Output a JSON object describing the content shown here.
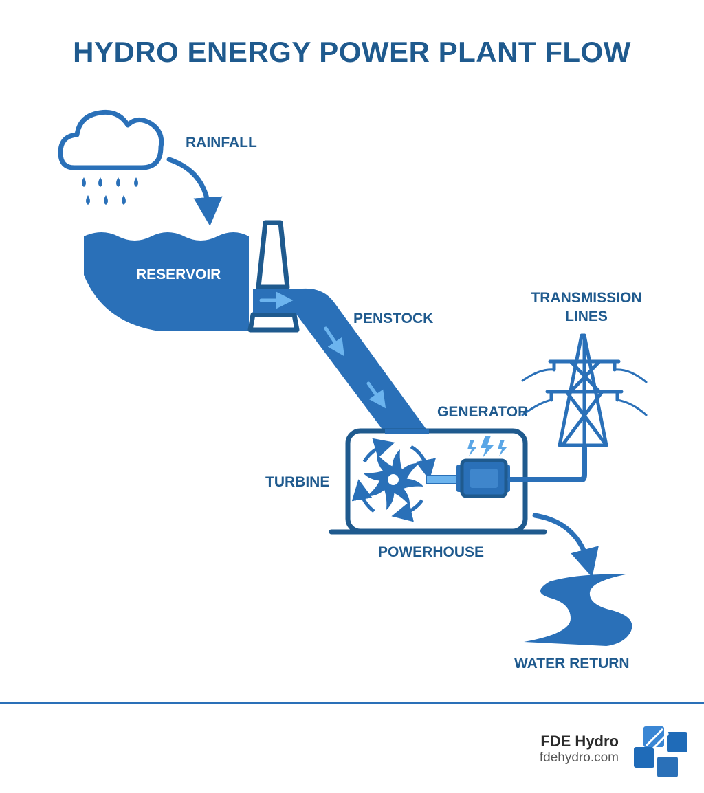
{
  "title": "HYDRO ENERGY POWER PLANT FLOW",
  "labels": {
    "rainfall": "RAINFALL",
    "reservoir": "RESERVOIR",
    "penstock": "PENSTOCK",
    "transmission_lines": "TRANSMISSION LINES",
    "generator": "GENERATOR",
    "turbine": "TURBINE",
    "powerhouse": "POWERHOUSE",
    "water_return": "WATER RETURN"
  },
  "footer": {
    "brand": "FDE Hydro",
    "url": "fdehydro.com"
  },
  "colors": {
    "primary": "#2a70b8",
    "dark": "#1f5a8e",
    "light": "#5aa6e6"
  },
  "icons": [
    "cloud-rain-icon",
    "dam-icon",
    "turbine-icon",
    "generator-icon",
    "lightning-icon",
    "transmission-tower-icon",
    "river-icon",
    "logo-icon"
  ]
}
